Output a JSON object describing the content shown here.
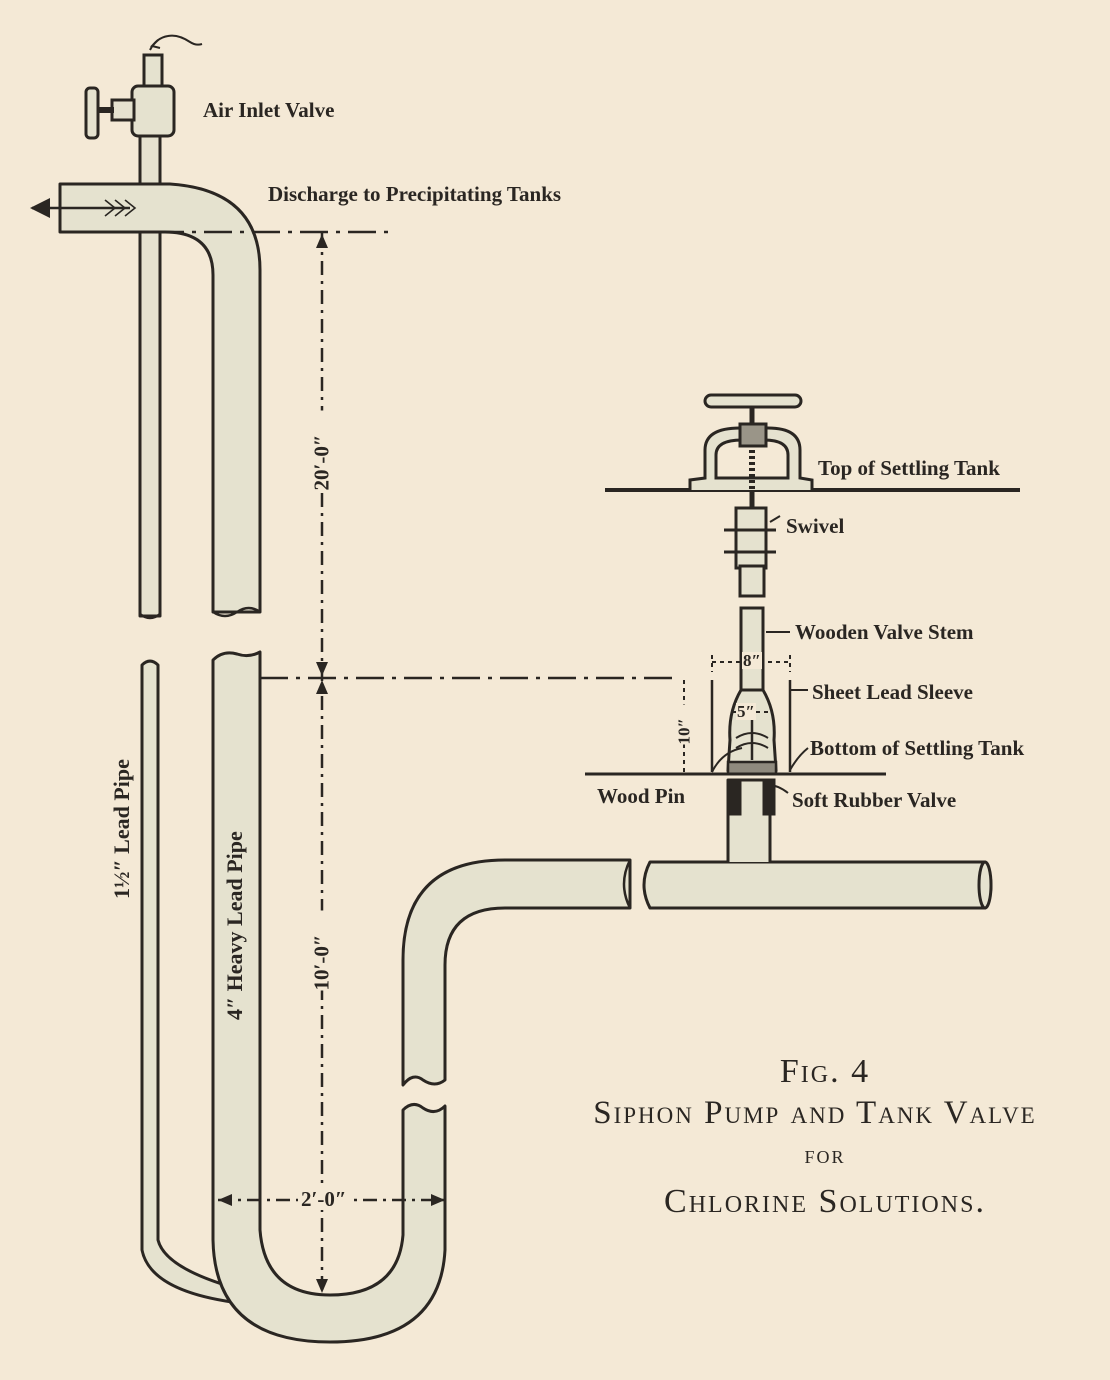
{
  "labels": {
    "air_inlet_valve": "Air Inlet Valve",
    "discharge": "Discharge to Precipitating Tanks",
    "top_of_settling_tank": "Top of Settling Tank",
    "swivel": "Swivel",
    "wooden_valve_stem": "Wooden Valve Stem",
    "sheet_lead_sleeve": "Sheet Lead Sleeve",
    "bottom_of_settling_tank": "Bottom of Settling Tank",
    "wood_pin": "Wood Pin",
    "soft_rubber_valve": "Soft Rubber Valve",
    "lead_pipe_small": "1½″ Lead Pipe",
    "heavy_lead_pipe": "4″ Heavy Lead Pipe"
  },
  "dimensions": {
    "height_upper": "20′-0″",
    "height_lower": "10′-0″",
    "width_u_bend": "2′-0″",
    "sleeve_width": "8″",
    "stem_width": "5″",
    "sleeve_height": "10″"
  },
  "caption": {
    "fig": "Fig. 4",
    "line1": "Siphon Pump and Tank Valve",
    "line2": "for",
    "line3": "Chlorine Solutions."
  },
  "colors": {
    "paper": "#f4e9d6",
    "ink": "#2a2622",
    "pipe_fill": "#e5e2cf"
  }
}
